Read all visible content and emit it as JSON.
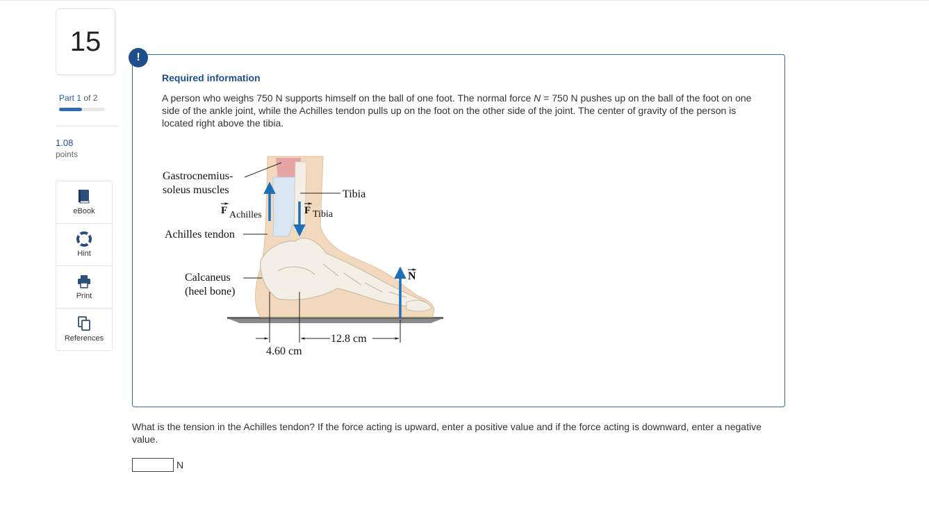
{
  "question": {
    "number": "15",
    "part_label": "Part",
    "part_current": "1",
    "part_of": "of 2",
    "part_progress": 0.5,
    "points_value": "1.08",
    "points_label": "points"
  },
  "tools": [
    {
      "label": "eBook",
      "icon": "book-icon"
    },
    {
      "label": "Hint",
      "icon": "lifebuoy-icon"
    },
    {
      "label": "Print",
      "icon": "printer-icon"
    },
    {
      "label": "References",
      "icon": "copy-icon"
    }
  ],
  "required": {
    "alert_symbol": "!",
    "title": "Required information",
    "text_before_N": "A person who weighs 750 N supports himself on the ball of one foot. The normal force ",
    "N_symbol": "N",
    "text_after_N": " = 750 N pushes up on the ball of the foot on one side of the ankle joint, while the Achilles tendon pulls up on the foot on the other side of the joint. The center of gravity of the person is located right above the tibia."
  },
  "figure": {
    "gastro_line1": "Gastrocnemius-",
    "gastro_line2": "soleus muscles",
    "f_achilles_base": "F",
    "f_achilles_sub": "Achilles",
    "f_tibia_base": "F",
    "f_tibia_sub": "Tibia",
    "tibia": "Tibia",
    "achilles_tendon": "Achilles tendon",
    "calcaneus_line1": "Calcaneus",
    "calcaneus_line2": "(heel bone)",
    "normal_force": "N",
    "dist_left": "4.60 cm",
    "dist_right": "12.8 cm",
    "colors": {
      "arrow": "#1f6fb8",
      "skin": "#f2d9bd",
      "bone": "#f3efe6",
      "tendon": "#d9e6f3",
      "muscle": "#e7a6a6",
      "ground": "#8a8a8a"
    }
  },
  "prompt": {
    "text": "What is the tension in the Achilles tendon? If the force acting is upward, enter a positive value and if the force acting is downward, enter a negative value.",
    "answer_value": "",
    "unit": "N"
  }
}
